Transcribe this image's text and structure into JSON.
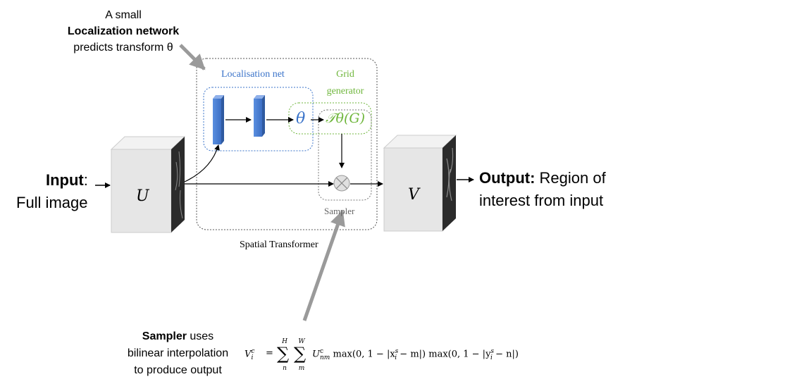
{
  "annotations": {
    "top_line1": "A small",
    "top_line2_bold": "Localization network",
    "top_line3": "predicts transform θ",
    "input_bold": "Input",
    "input_rest": ":",
    "input_line2": "Full image",
    "output_bold": "Output:",
    "output_rest": " Region of",
    "output_line2": "interest from input",
    "sampler_bold": "Sampler",
    "sampler_rest": " uses",
    "sampler_line2": "bilinear interpolation",
    "sampler_line3": "to produce output"
  },
  "diagram": {
    "localisation_net": "Localisation net",
    "grid_generator_line1": "Grid",
    "grid_generator_line2": "generator",
    "theta": "θ",
    "transform": "𝒯θ(G)",
    "sampler": "Sampler",
    "spatial_transformer": "Spatial Transformer",
    "input_symbol": "U",
    "output_symbol": "V"
  },
  "formula": {
    "lhs": "V",
    "lhs_sup": "c",
    "lhs_sub": "i",
    "equals": "=",
    "sum1_top": "H",
    "sum1_bottom": "n",
    "sum2_top": "W",
    "sum2_bottom": "m",
    "rhs": "U",
    "rhs_sup": "c",
    "rhs_sub": "nm",
    "body": "max(0, 1 − |x",
    "body_sup1": "s",
    "body_sub1": "i",
    "body2": " − m|) max(0, 1 − |y",
    "body_sup2": "s",
    "body_sub2": "i",
    "body3": " − n|)"
  },
  "colors": {
    "loc_blue": "#3a73c9",
    "grid_green": "#6fb63c",
    "cube_face": "#e6e6e6",
    "cube_top": "#f2f2f2",
    "cube_side": "#2b2b2b",
    "gray_arrow": "#9a9a9a"
  }
}
